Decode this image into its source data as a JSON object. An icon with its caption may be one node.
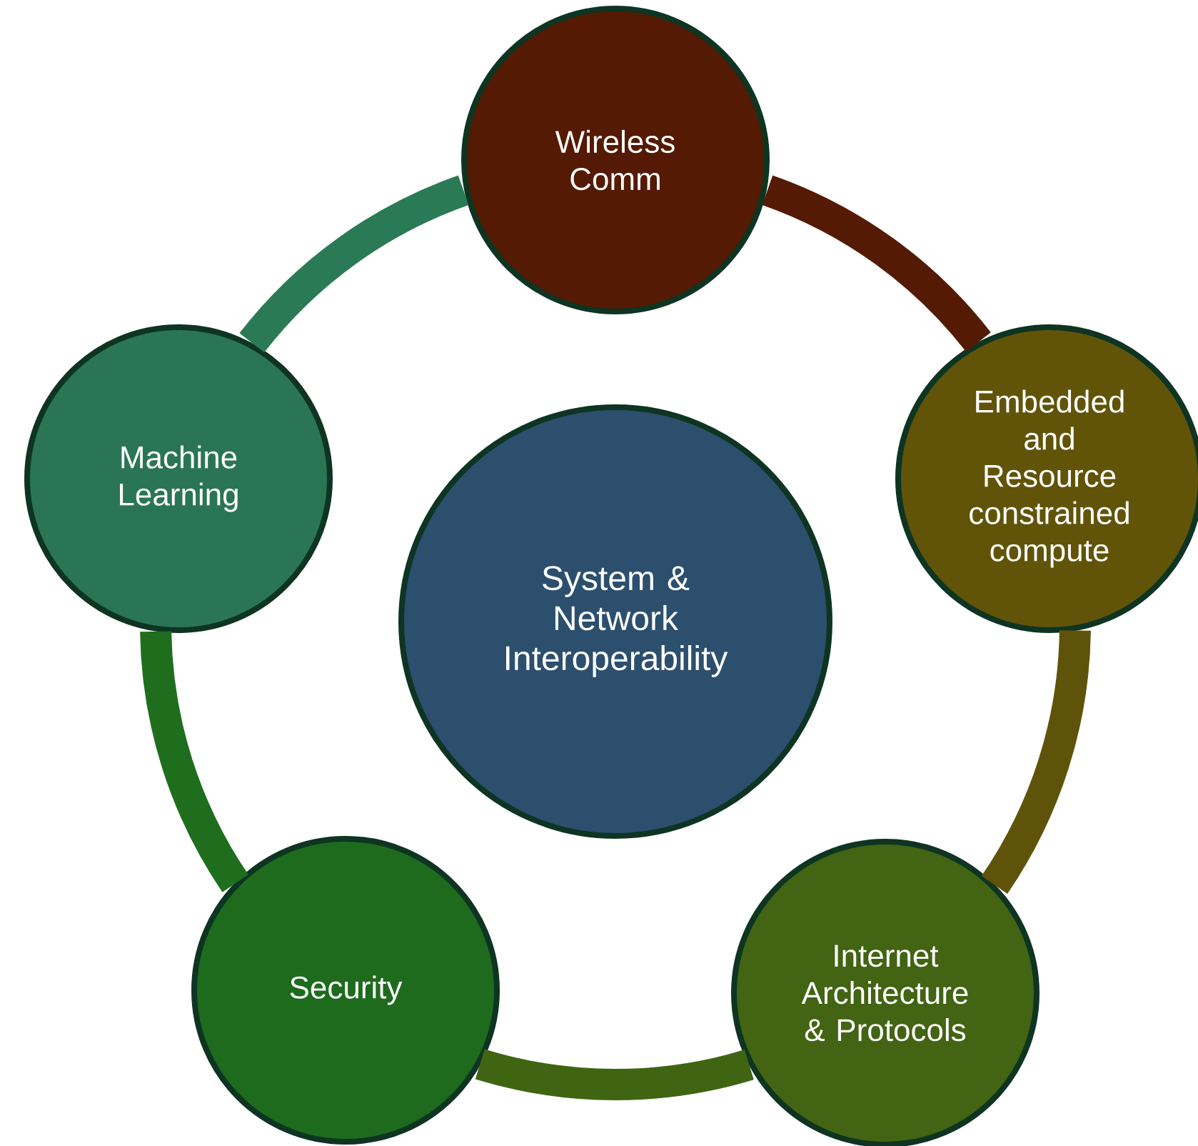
{
  "diagram": {
    "nodes": [
      {
        "text": [
          "System & Network Interoperability"
        ]
      },
      {
        "text": [
          "Wireless Comm"
        ]
      },
      {
        "text": [
          "Embedded and Resource constrained compute"
        ]
      },
      {
        "text": [
          "Internet Architecture & Protocols"
        ]
      },
      {
        "text": [
          "Security"
        ]
      },
      {
        "text": [
          "Machine Learning"
        ]
      }
    ],
    "edges": [
      {
        "from": 1,
        "to": 2,
        "arrow": "none",
        "color": "#541a04"
      },
      {
        "from": 2,
        "to": 3,
        "arrow": "none",
        "color": "#5e5309"
      },
      {
        "from": 3,
        "to": 4,
        "arrow": "none",
        "color": "#3f6512"
      },
      {
        "from": 4,
        "to": 5,
        "arrow": "none",
        "color": "#1e6e1e"
      },
      {
        "from": 5,
        "to": 1,
        "arrow": "none",
        "color": "#2a7a55"
      }
    ]
  }
}
